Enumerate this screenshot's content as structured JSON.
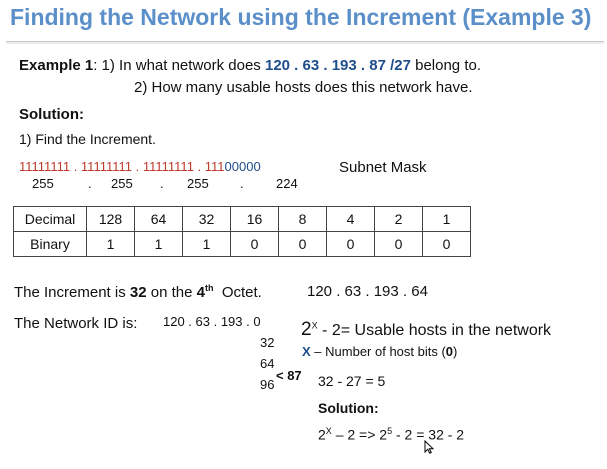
{
  "title": "Finding the Network using the Increment (Example 3)",
  "question": {
    "label": "Example 1",
    "q1_prefix": ": 1) In what network does",
    "address": "120 . 63 . 193 . 87 /27",
    "q1_suffix": "belong to.",
    "q2": "2) How many usable hosts does this network have."
  },
  "solution_heading": "Solution:",
  "step1": "1) Find the Increment.",
  "mask": {
    "ones": "11111111 . 11111111 . 11111111 . 111",
    "zeros": "00000",
    "label": "Subnet Mask",
    "decimals": [
      "255",
      ".",
      "255",
      ".",
      "255",
      ".",
      "224"
    ]
  },
  "table": {
    "row1_label": "Decimal",
    "row1": [
      "128",
      "64",
      "32",
      "16",
      "8",
      "4",
      "2",
      "1"
    ],
    "row2_label": "Binary",
    "row2": [
      "1",
      "1",
      "1",
      "0",
      "0",
      "0",
      "0",
      "0"
    ]
  },
  "increment": {
    "prefix": "The Increment is",
    "value": "32",
    "middle": "on the",
    "octet_num": "4",
    "octet_sup": "th",
    "octet_word": "Octet.",
    "address": "120 . 63 . 193 . 64"
  },
  "network": {
    "label": "The Network ID is:",
    "start": "120 . 63 . 193 . 0",
    "steps": [
      "32",
      "64",
      "96"
    ],
    "marker": "< 87"
  },
  "hosts": {
    "base": "2",
    "exp": "X",
    "formula_rest": "- 2= Usable hosts in the network",
    "x_label": "X",
    "x_desc_prefix": "– Number of host bits (",
    "x_value": "0",
    "x_desc_suffix": ")",
    "calc": "32 - 27 = 5",
    "solution": "Solution:",
    "sol_base": "2",
    "sol_exp": "X",
    "sol_mid": "– 2  =>  2",
    "sol_exp2": "5",
    "sol_end": "- 2 = 32 - 2"
  }
}
